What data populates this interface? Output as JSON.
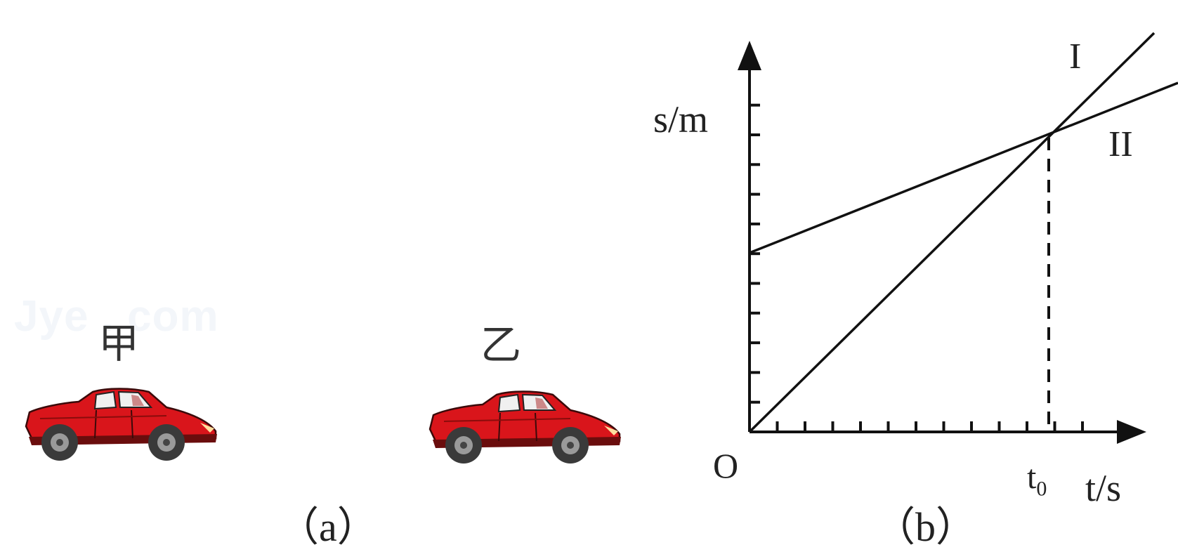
{
  "figure_a": {
    "car1_label": "甲",
    "car2_label": "乙",
    "caption": "（a）",
    "watermark": "Jye . com",
    "car_color": "#d9151b"
  },
  "figure_b": {
    "caption": "（b）",
    "y_axis_label": "s/m",
    "x_axis_label": "t/s",
    "origin_label": "O",
    "t0_label": "t0",
    "line_I_label": "I",
    "line_II_label": "II"
  }
}
